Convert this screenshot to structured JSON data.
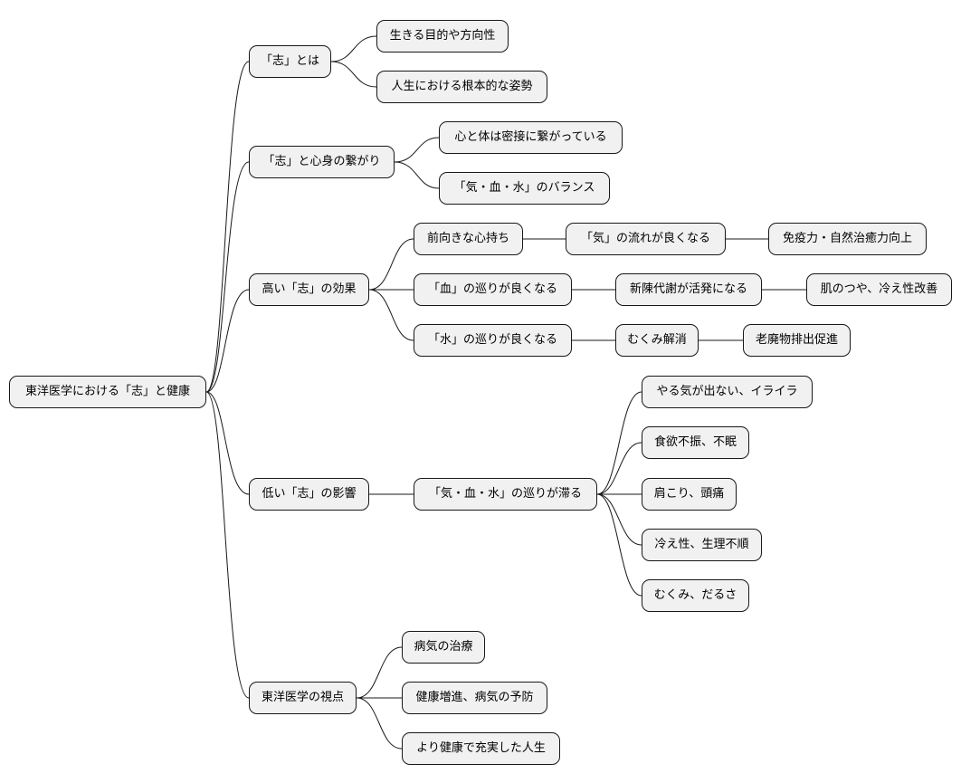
{
  "mindmap": {
    "root": "東洋医学における「志」と健康",
    "branches": [
      {
        "label": "「志」とは",
        "children": [
          {
            "label": "生きる目的や方向性"
          },
          {
            "label": "人生における根本的な姿勢"
          }
        ]
      },
      {
        "label": "「志」と心身の繋がり",
        "children": [
          {
            "label": "心と体は密接に繋がっている"
          },
          {
            "label": "「気・血・水」のバランス"
          }
        ]
      },
      {
        "label": "高い「志」の効果",
        "children": [
          {
            "label": "前向きな心持ち",
            "next": "「気」の流れが良くなる",
            "next2": "免疫力・自然治癒力向上"
          },
          {
            "label": "「血」の巡りが良くなる",
            "next": "新陳代謝が活発になる",
            "next2": "肌のつや、冷え性改善"
          },
          {
            "label": "「水」の巡りが良くなる",
            "next": "むくみ解消",
            "next2": "老廃物排出促進"
          }
        ]
      },
      {
        "label": "低い「志」の影響",
        "child": "「気・血・水」の巡りが滞る",
        "effects": [
          "やる気が出ない、イライラ",
          "食欲不振、不眠",
          "肩こり、頭痛",
          "冷え性、生理不順",
          "むくみ、だるさ"
        ]
      },
      {
        "label": "東洋医学の視点",
        "children": [
          {
            "label": "病気の治療"
          },
          {
            "label": "健康増進、病気の予防"
          },
          {
            "label": "より健康で充実した人生"
          }
        ]
      }
    ]
  }
}
